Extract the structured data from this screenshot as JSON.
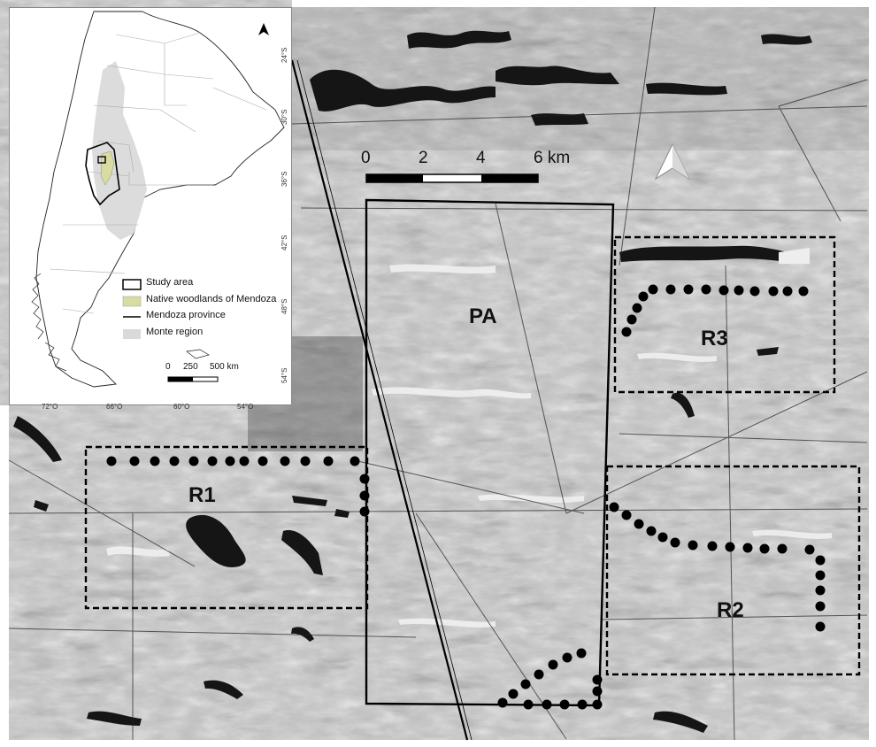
{
  "regions": {
    "pa": "PA",
    "r1": "R1",
    "r2": "R2",
    "r3": "R3"
  },
  "scale_bar": {
    "labels": [
      "0",
      "2",
      "4",
      "6 km"
    ]
  },
  "north_arrow_icon": "north-arrow-icon",
  "inset_map": {
    "lat_labels": [
      "24°S",
      "30°S",
      "36°S",
      "42°S",
      "48°S",
      "54°S"
    ],
    "lon_labels": [
      "72°O",
      "66°O",
      "60°O",
      "54°O"
    ],
    "legend": [
      {
        "label": "Study area",
        "color": "#000000"
      },
      {
        "label": "Native woodlands of Mendoza",
        "color": "#d9dca0"
      },
      {
        "label": "Mendoza province",
        "color": "#000000"
      },
      {
        "label": "Monte region",
        "color": "#d9d9d9"
      }
    ],
    "scale_labels": [
      "0",
      "250",
      "500 km"
    ]
  },
  "colors": {
    "terrain_base": "#b9b9b9",
    "terrain_light": "#e8e8e8",
    "terrain_dark": "#1a1a1a",
    "boundary": "#000000"
  }
}
